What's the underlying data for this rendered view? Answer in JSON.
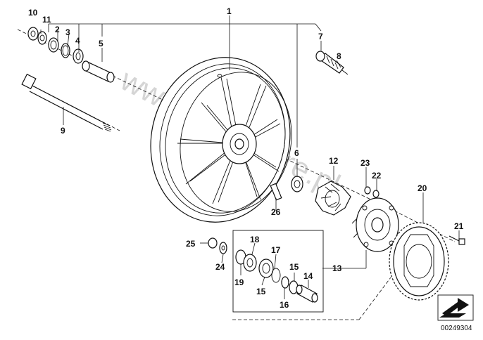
{
  "watermark": "www.bmwstore.pl",
  "document_number": "00249304",
  "callouts": {
    "c1": "1",
    "c2": "2",
    "c3": "3",
    "c4": "4",
    "c5": "5",
    "c6": "6",
    "c7": "7",
    "c8": "8",
    "c9": "9",
    "c10": "10",
    "c11": "11",
    "c12": "12",
    "c13": "13",
    "c14": "14",
    "c15a": "15",
    "c15b": "15",
    "c16": "16",
    "c17": "17",
    "c18": "18",
    "c19": "19",
    "c20": "20",
    "c21": "21",
    "c22": "22",
    "c23": "23",
    "c24": "24",
    "c25": "25",
    "c26": "26"
  },
  "icons": {
    "corner": "direction-arrow-icon"
  }
}
